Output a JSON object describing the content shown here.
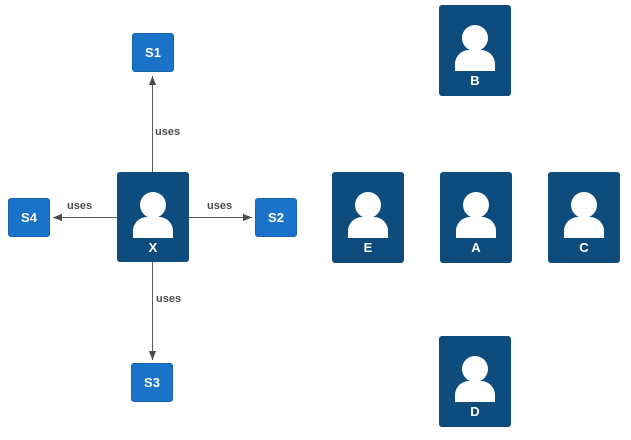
{
  "diagram": {
    "type": "actor-service-usage-diagram",
    "colors": {
      "service_fill": "#1a73c8",
      "service_border": "#1665ab",
      "actor_fill": "#0f4c7e",
      "edge_line": "#5b5b5b",
      "edge_arrowhead": "#4d4d4d",
      "edge_label_text": "#4d4d4d",
      "node_text": "#ffffff",
      "background": "#ffffff"
    },
    "actors": [
      {
        "id": "X",
        "label": "X"
      },
      {
        "id": "B",
        "label": "B"
      },
      {
        "id": "E",
        "label": "E"
      },
      {
        "id": "A",
        "label": "A"
      },
      {
        "id": "C",
        "label": "C"
      },
      {
        "id": "D",
        "label": "D"
      }
    ],
    "services": [
      {
        "id": "S1",
        "label": "S1"
      },
      {
        "id": "S2",
        "label": "S2"
      },
      {
        "id": "S3",
        "label": "S3"
      },
      {
        "id": "S4",
        "label": "S4"
      }
    ],
    "edges": [
      {
        "from": "X",
        "to": "S1",
        "label": "uses",
        "direction": "up"
      },
      {
        "from": "X",
        "to": "S2",
        "label": "uses",
        "direction": "right"
      },
      {
        "from": "X",
        "to": "S3",
        "label": "uses",
        "direction": "down"
      },
      {
        "from": "X",
        "to": "S4",
        "label": "uses",
        "direction": "left"
      }
    ]
  }
}
